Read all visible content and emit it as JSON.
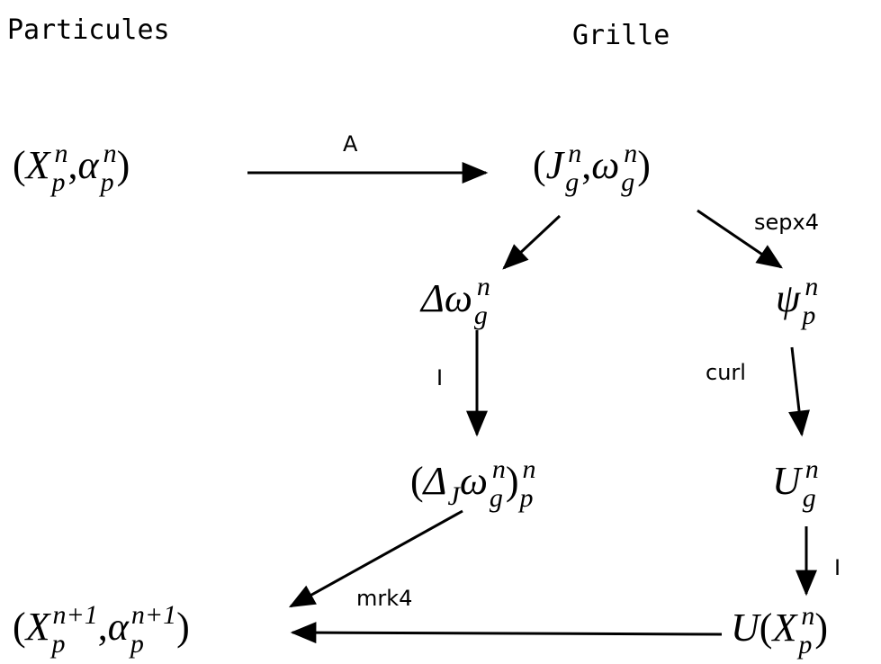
{
  "headers": {
    "particles": "Particules",
    "grid": "Grille"
  },
  "nodes": {
    "particles_n": {
      "var1": "X",
      "var2": "α",
      "sub": "p",
      "sup": "n"
    },
    "grid_j_omega": {
      "var1": "J",
      "var2": "ω",
      "sub": "g",
      "sup": "n"
    },
    "laplacian_omega": {
      "delta": "Δ",
      "var": "ω",
      "sub": "g",
      "sup": "n"
    },
    "psi": {
      "var": "ψ",
      "sub": "p",
      "sup": "n"
    },
    "interp_laplacian": {
      "delta": "Δ",
      "delta_sub": "J",
      "var": "ω",
      "sub": "g",
      "sup": "n",
      "outer_sub": "p",
      "outer_sup": "n"
    },
    "velocity_grid": {
      "var": "U",
      "sub": "g",
      "sup": "n"
    },
    "velocity_particles": {
      "fn": "U",
      "var": "X",
      "sub": "p",
      "sup": "n"
    },
    "particles_n1": {
      "var1": "X",
      "var2": "α",
      "sub": "p",
      "sup": "n+1"
    }
  },
  "edge_labels": {
    "assign": "A",
    "solve": "sepx4",
    "curl": "curl",
    "interp_left": "I",
    "interp_right": "I",
    "advance": "mrk4"
  }
}
